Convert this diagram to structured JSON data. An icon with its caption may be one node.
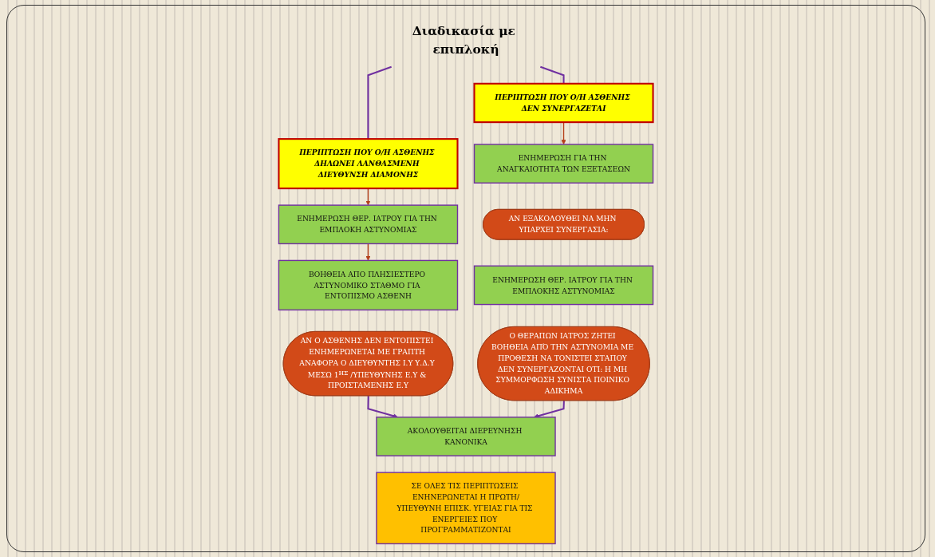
{
  "diagram": {
    "nodes": [
      {
        "text": [
          "Διαδικασία με επιπλοκή"
        ]
      },
      {
        "text": [
          "ΠΕΡΙΠΤΩΣΗ ΠΟΥ Ο/Η ΑΣΘΕΝΗΣ ΔΗΛΩΝΕΙ ΛΑΝΘΑΣΜΕΝΗ ΔΙΕΥΘΥΝΣΗ ΔΙΑΜΟΝΗΣ"
        ]
      },
      {
        "text": [
          "ΕΝΗΜΕΡΩΣΗ ΘΕΡ. ΙΑΤΡΟΥ ΓΙΑ ΤΗΝ ΕΜΠΛΟΚΗ ΑΣΤΥΝΟΜΙΑΣ"
        ]
      },
      {
        "text": [
          "ΒΟΗΘΕΙΑ ΑΠΟ ΠΛΗΣΙΕΣΤΕΡΟ ΑΣΤΥΝΟΜΙΚΟ ΣΤΑΘΜΟ ΓΙΑ ΕΝΤΟΠΙΣΜΟ ΑΣΘΕΝΗ"
        ]
      },
      {
        "text": [
          "ΑΝ Ο ΑΣΘΕΝΗΣ ΔΕΝ ΕΝΤΟΠΙΣΤΕΙ ΕΝΗΜΕΡΩΝΕΤΑΙ ΜΕ ΓΡΑΠΤΗ ΑΝΑΦΟΡΑ Ο ΔΙΕΥΘΥΝΤΗΣ Ι.Υ Υ.Δ.Υ ΜΕΣΩ 1$^{ΗΣ}$ /ΥΠΕΥΘΥΝΗΣ Ε.Υ & ΠΡΟΙΣΤΑΜΕΝΗΣ Ε.Υ"
        ]
      },
      {
        "text": [
          "ΠΕΡΙΠΤΩΣΗ ΠΟΥ Ο/Η ΑΣΘΕΝΗΣ ΔΕΝ ΣΥΝΕΡΓΑΖΕΤΑΙ"
        ]
      },
      {
        "text": [
          "ΕΝΗΜΕΡΩΣΗ ΓΙΑ ΤΗΝ ΑΝΑΓΚΑΙΟΤΗΤΑ ΤΩΝ ΕΞΕΤΑΣΕΩΝ"
        ]
      },
      {
        "text": [
          "ΑΝ ΕΞΑΚΟΛΟΥΘΕΙ ΝΑ ΜΗΝ ΥΠΑΡΧΕΙ ΣΥΝΕΡΓΑΣΙΑ:"
        ]
      },
      {
        "text": [
          "ΕΝΗΜΕΡΩΣΗ ΘΕΡ. ΙΑΤΡΟΥ ΓΙΑ ΤΗΝ ΕΜΠΛΟΚΗΣ ΑΣΤΥΝΟΜΙΑΣ"
        ]
      },
      {
        "text": [
          "Ο ΘΕΡΑΠΩΝ ΙΑΤΡΟΣ ΖΗΤΕΙ ΒΟΗΘΕΙΑ ΑΠΌ ΤΗΝ ΑΣΤΥΝΟΜΙΑ ΜΕ ΠΡΟΘΕΣΗ ΝΑ ΤΟΝΙΣΤΕΙ ΣΤΑΠΟΥ ΔΕΝ ΣΥΝΕΡΓΑΖΟΝΤΑΙ ΟΤΙ: Η ΜΗ ΣΥΜΜΟΡΦΩΣΗ ΣΥΝΙΣΤΑ ΠΟΙΝΙΚΟ ΑΔΙΚΗΜΑ"
        ]
      },
      {
        "text": [
          "ΑΚΟΛΟΥΘΕΙΤΑΙ ΔΙΕΡΕΥΝΗΣΗ ΚΑΝΟΝΙΚΑ"
        ]
      },
      {
        "text": [
          "ΣΕ ΟΛΕΣ ΤΙΣ ΠΕΡΙΠΤΩΣΕΙΣ ΕΝΗΝΕΡΩΝΕΤΑΙ Η ΠΡΩΤΗ/ΥΠΕΥΘΥΝΗ ΕΠΙΣΚ. ΥΓΕΙΑΣ ΓΙΑ ΤΙΣ ΕΝΕΡΓΕΙΕΣ ΠΟΥ ΠΡΟΓΡΑΜΜΑΤΙΖΟΝΤΑΙ"
        ]
      }
    ],
    "edges": [
      {
        "from": 0,
        "to": 1,
        "arrow": "none"
      },
      {
        "from": 0,
        "to": 5,
        "arrow": "none"
      },
      {
        "from": 1,
        "to": 2,
        "arrow": "to",
        "color": "#b5401c"
      },
      {
        "from": 2,
        "to": 3,
        "arrow": "to",
        "color": "#b5401c"
      },
      {
        "from": 5,
        "to": 6,
        "arrow": "to",
        "color": "#b5401c"
      },
      {
        "from": 4,
        "to": 10,
        "arrow": "to"
      },
      {
        "from": 9,
        "to": 10,
        "arrow": "to"
      }
    ]
  }
}
